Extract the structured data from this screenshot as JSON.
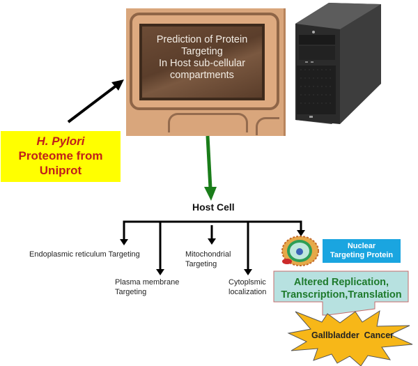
{
  "monitor": {
    "screen_lines": [
      "Prediction of Protein",
      "Targeting",
      "In Host sub-cellular",
      "compartments"
    ]
  },
  "source": {
    "organism": "H. Pylori",
    "line2": "Proteome from",
    "line3": "Uniprot"
  },
  "host_cell": {
    "label": "Host Cell"
  },
  "branches": {
    "er": [
      "Endoplasmic reticulum Targeting"
    ],
    "plasma_membrane": [
      "Plasma membrane",
      "Targeting"
    ],
    "mitochondrial": [
      "Mitochondrial",
      "Targeting"
    ],
    "cytoplasmic": [
      "Cytoplsmic",
      "localization"
    ]
  },
  "nuclear": {
    "lines": [
      "Nuclear",
      "Targeting Protein"
    ]
  },
  "outcome": {
    "lines": [
      "Altered Replication,",
      "Transcription,Translation"
    ]
  },
  "result": {
    "label": "Gallbladder  Cancer"
  },
  "colors": {
    "source_box_bg": "#ffff00",
    "source_text": "#c0201a",
    "green_arrow": "#1a7d1a",
    "nuclear_box_bg": "#1aa5e0",
    "outcome_box_bg": "#b7e1e0",
    "outcome_text": "#1e7a2c",
    "star_fill": "#f7b718"
  }
}
